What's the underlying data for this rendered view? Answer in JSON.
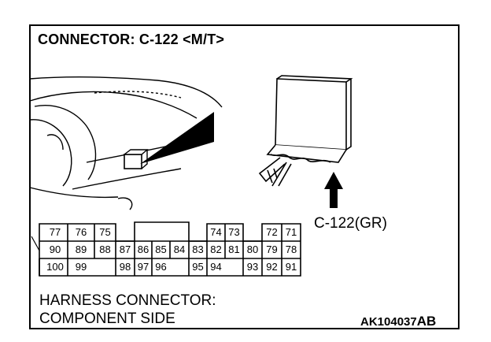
{
  "title": "CONNECTOR: C-122 <M/T>",
  "callout_label": "C-122(GR)",
  "caption_line1": "HARNESS CONNECTOR:",
  "caption_line2": "COMPONENT SIDE",
  "figure_code": "AK104037",
  "figure_code_suffix": "AB",
  "pins": {
    "row1": [
      {
        "label": "77"
      },
      {
        "label": "76"
      },
      {
        "label": "75"
      },
      {
        "label": "74"
      },
      {
        "label": "73"
      },
      {
        "label": "72"
      },
      {
        "label": "71"
      }
    ],
    "row2": [
      {
        "label": "90"
      },
      {
        "label": "89"
      },
      {
        "label": "88"
      },
      {
        "label": "87"
      },
      {
        "label": "86"
      },
      {
        "label": "85"
      },
      {
        "label": "84"
      },
      {
        "label": "83"
      },
      {
        "label": "82"
      },
      {
        "label": "81"
      },
      {
        "label": "80"
      },
      {
        "label": "79"
      },
      {
        "label": "78"
      }
    ],
    "row3": [
      {
        "label": "100"
      },
      {
        "label": "99"
      },
      {
        "label": "98"
      },
      {
        "label": "97"
      },
      {
        "label": "96"
      },
      {
        "label": "95"
      },
      {
        "label": "94"
      },
      {
        "label": "93"
      },
      {
        "label": "92"
      },
      {
        "label": "91"
      }
    ]
  }
}
